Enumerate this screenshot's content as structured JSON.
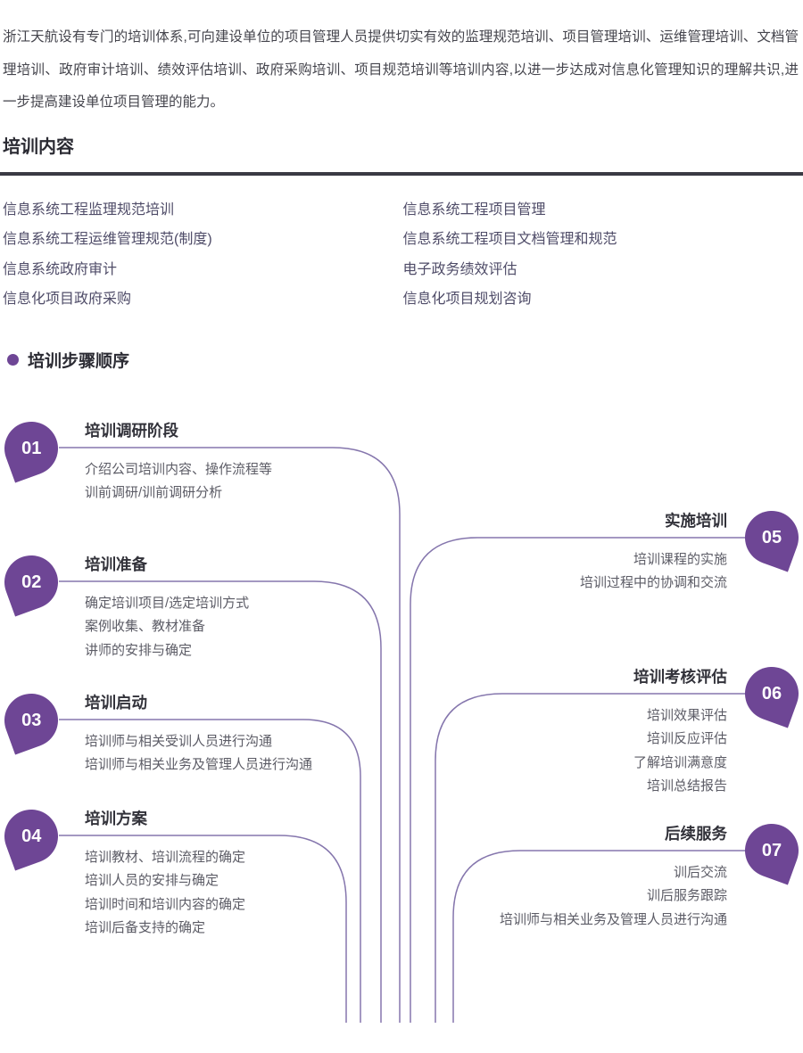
{
  "intro": {
    "text": "浙江天航设有专门的培训体系,可向建设单位的项目管理人员提供切实有效的监理规范培训、项目管理培训、运维管理培训、文档管理培训、政府审计培训、绩效评估培训、政府采购培训、项目规范培训等培训内容,以进一步达成对信息化管理知识的理解共识,进一步提高建设单位项目管理的能力。"
  },
  "content_section": {
    "title": "培训内容",
    "left_items": [
      "信息系统工程监理规范培训",
      "信息系统工程运维管理规范(制度)",
      "信息系统政府审计",
      "信息化项目政府采购"
    ],
    "right_items": [
      "信息系统工程项目管理",
      "信息系统工程项目文档管理和规范",
      "电子政务绩效评估",
      "信息化项目规划咨询"
    ]
  },
  "steps_section": {
    "title": "培训步骤顺序",
    "steps": [
      {
        "number": "01",
        "title": "培训调研阶段",
        "side": "left",
        "items": [
          "介绍公司培训内容、操作流程等",
          "训前调研/训前调研分析"
        ]
      },
      {
        "number": "02",
        "title": "培训准备",
        "side": "left",
        "items": [
          "确定培训项目/选定培训方式",
          "案例收集、教材准备",
          "讲师的安排与确定"
        ]
      },
      {
        "number": "03",
        "title": "培训启动",
        "side": "left",
        "items": [
          "培训师与相关受训人员进行沟通",
          "培训师与相关业务及管理人员进行沟通"
        ]
      },
      {
        "number": "04",
        "title": "培训方案",
        "side": "left",
        "items": [
          "培训教材、培训流程的确定",
          "培训人员的安排与确定",
          "培训时间和培训内容的确定",
          "培训后备支持的确定"
        ]
      },
      {
        "number": "05",
        "title": "实施培训",
        "side": "right",
        "items": [
          "培训课程的实施",
          "培训过程中的协调和交流"
        ]
      },
      {
        "number": "06",
        "title": "培训考核评估",
        "side": "right",
        "items": [
          "培训效果评估",
          "培训反应评估",
          "了解培训满意度",
          "培训总结报告"
        ]
      },
      {
        "number": "07",
        "title": "后续服务",
        "side": "right",
        "items": [
          "训后交流",
          "训后服务跟踪",
          "培训师与相关业务及管理人员进行沟通"
        ]
      }
    ]
  },
  "colors": {
    "accent_purple": "#6e4695",
    "connector_purple": "#8576ad",
    "heading_dark": "#2b2b33",
    "divider_dark": "#3a3a43",
    "list_text": "#4f4c68",
    "body_text": "#45454d"
  }
}
